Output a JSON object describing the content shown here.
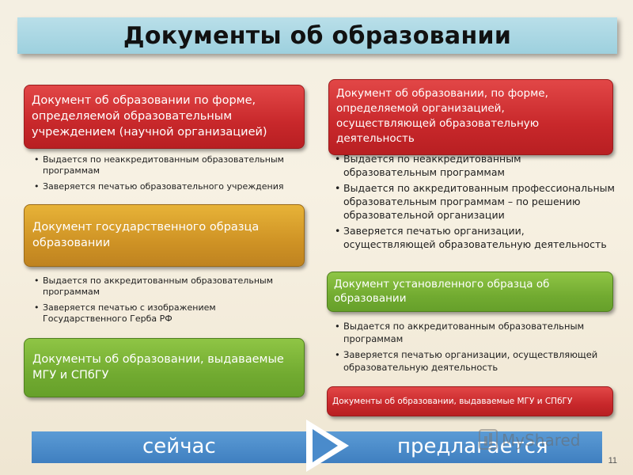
{
  "title": "Документы об образовании",
  "left": {
    "box1": "Документ об образовании по форме, определяемой образовательным учреждением (научной организацией)",
    "bullets1": [
      "Выдается по неаккредитованным образовательным программам",
      "Заверяется печатью образовательного учреждения"
    ],
    "box2": "Документ государственного образца образовании",
    "bullets2": [
      "Выдается по аккредитованным образовательным программам",
      "Заверяется печатью с изображением Государственного Герба РФ"
    ],
    "box3": "Документы об образовании, выдаваемые МГУ и СПбГУ"
  },
  "right": {
    "box1": "Документ об образовании, по форме, определяемой организацией, осуществляющей образовательную деятельность",
    "bullets1": [
      "Выдается по неаккредитованным образовательным программам",
      "Выдается по аккредитованным профессиональным образовательным программам – по решению образовательной организации",
      "Заверяется печатью организации, осуществляющей образовательную деятельность"
    ],
    "box2": "Документ установленного образца об образовании",
    "bullets2": [
      "Выдается по аккредитованным образовательным программам",
      "Заверяется печатью организации, осуществляющей образовательную деятельность"
    ],
    "box3": "Документы об образовании, выдаваемые МГУ и СПбГУ"
  },
  "bottom": {
    "left_label": "сейчас",
    "right_label": "предлагается"
  },
  "watermark": "MyShared",
  "slide_number": "11",
  "colors": {
    "red": "#c8282b",
    "gold": "#cf9325",
    "green": "#72ab31",
    "title_bar": "#9dd0de",
    "bottom_bar": "#4a8bcb"
  }
}
